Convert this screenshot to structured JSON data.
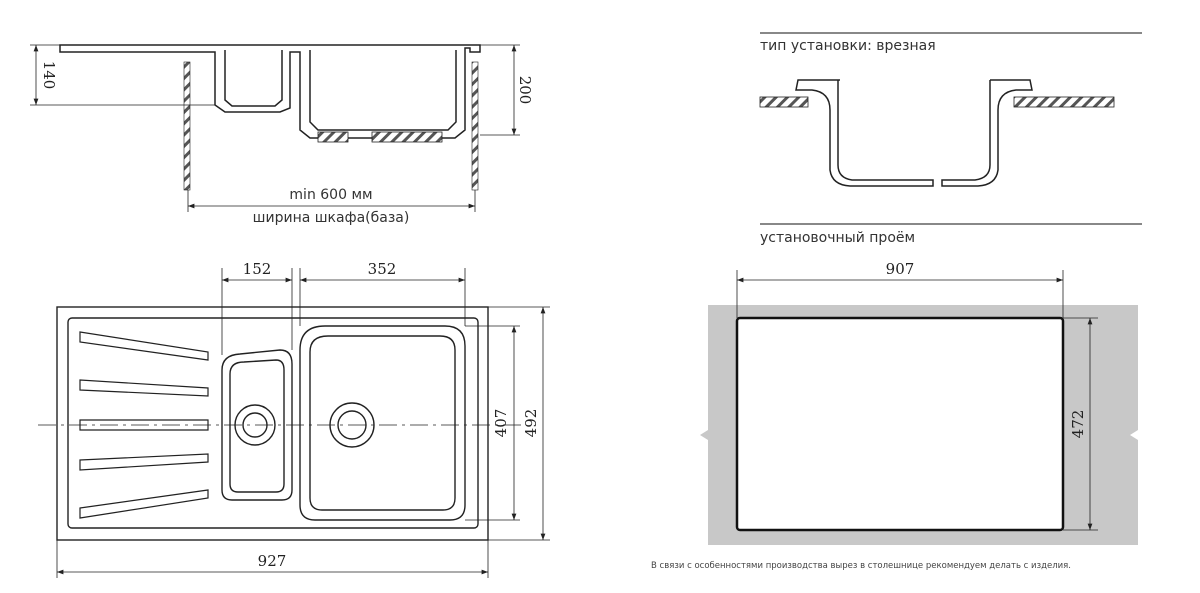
{
  "side_view": {
    "dim_height_small": "140",
    "dim_height_large": "200",
    "min_width": "min 600 мм",
    "cabinet_width": "ширина шкафа(база)"
  },
  "top_view": {
    "dim_small_bowl": "152",
    "dim_large_bowl": "352",
    "dim_bowl_depth": "407",
    "dim_total_depth": "492",
    "dim_total_width": "927"
  },
  "install": {
    "type_label": "тип установки: врезная",
    "opening_label": "установочный проём",
    "dim_opening_width": "907",
    "dim_opening_depth": "472",
    "note": "В связи с особенностями производства вырез в столешнице рекомендуем делать с изделия."
  },
  "colors": {
    "line": "#222222",
    "counter": "#c8c8c8",
    "rule": "#888888"
  }
}
